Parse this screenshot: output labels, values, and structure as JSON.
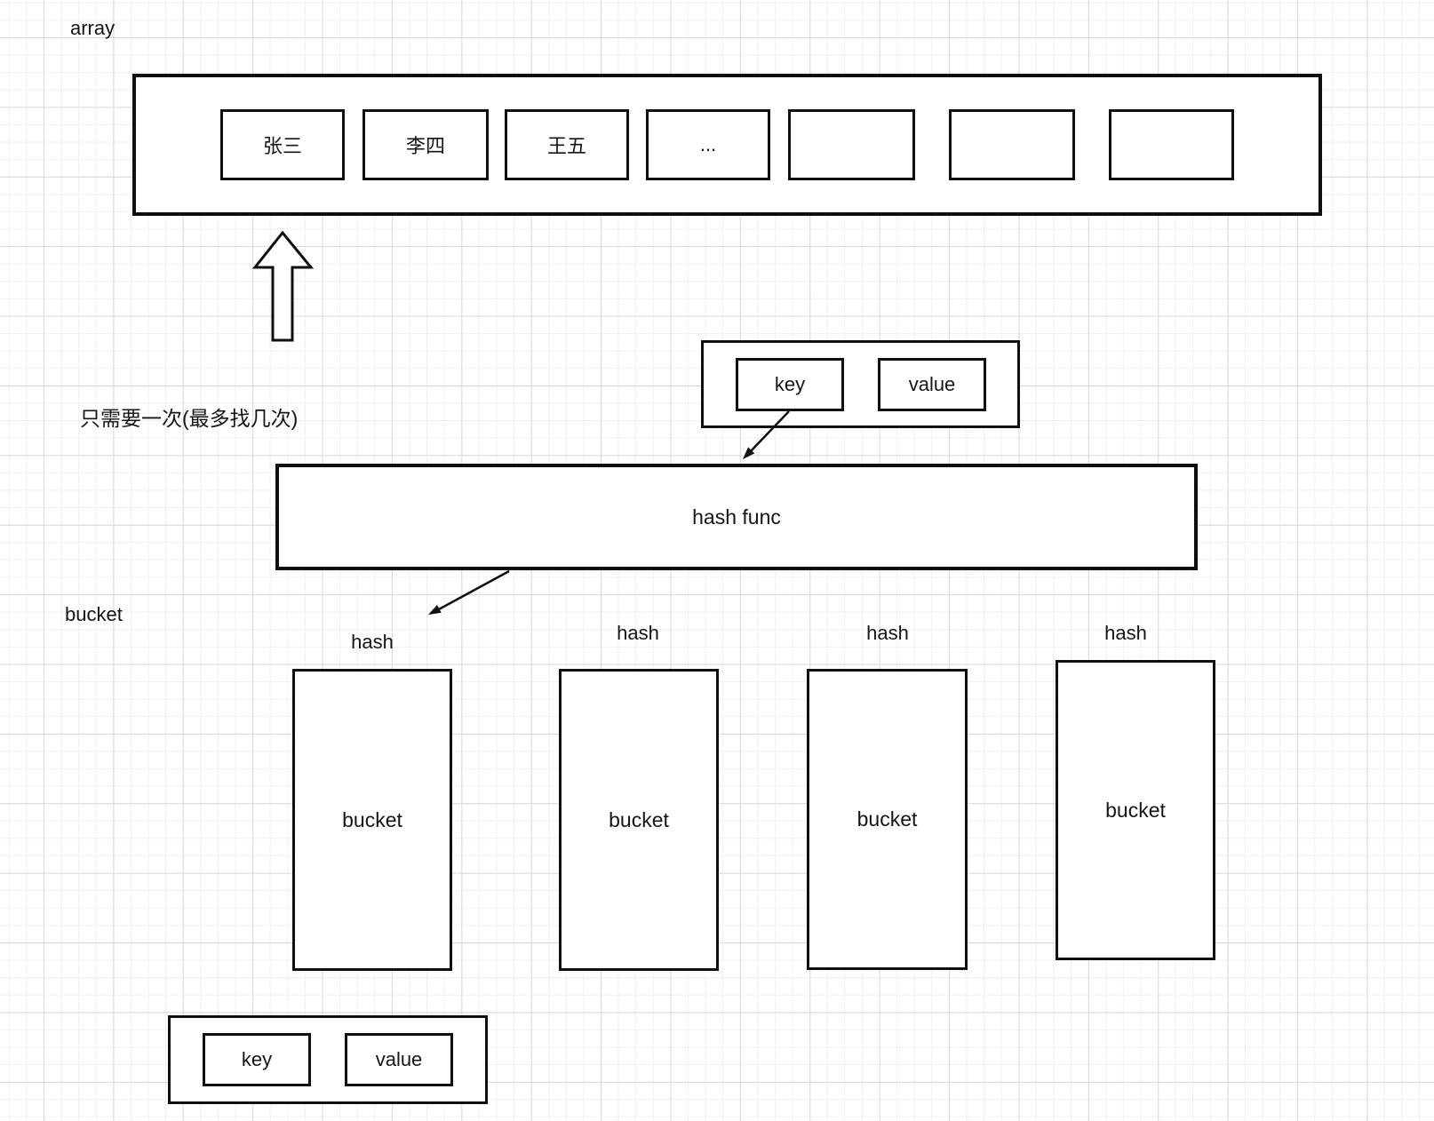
{
  "canvas": {
    "background": "#ffffff",
    "grid_minor_color": "#f0f0f0",
    "grid_major_color": "#d9d9d9",
    "stroke_color": "#0f0f0f",
    "text_color": "#151515"
  },
  "labels": {
    "array": "array",
    "note": "只需要一次(最多找几次)",
    "bucket_side": "bucket"
  },
  "array": {
    "cells": [
      "张三",
      "李四",
      "王五",
      "...",
      "",
      "",
      ""
    ]
  },
  "kv_top": {
    "key_label": "key",
    "value_label": "value"
  },
  "hash_func": {
    "label": "hash func"
  },
  "buckets": [
    {
      "hash_label": "hash",
      "label": "bucket"
    },
    {
      "hash_label": "hash",
      "label": "bucket"
    },
    {
      "hash_label": "hash",
      "label": "bucket"
    },
    {
      "hash_label": "hash",
      "label": "bucket"
    }
  ],
  "kv_bottom": {
    "key_label": "key",
    "value_label": "value"
  },
  "connectors": [
    {
      "name": "up-block-arrow",
      "from": "below",
      "to": "array"
    },
    {
      "name": "key-to-hash-func-arrow",
      "from": "key",
      "to": "hash func"
    },
    {
      "name": "hash-func-to-bucket-arrow",
      "from": "hash func",
      "to": "bucket"
    }
  ]
}
